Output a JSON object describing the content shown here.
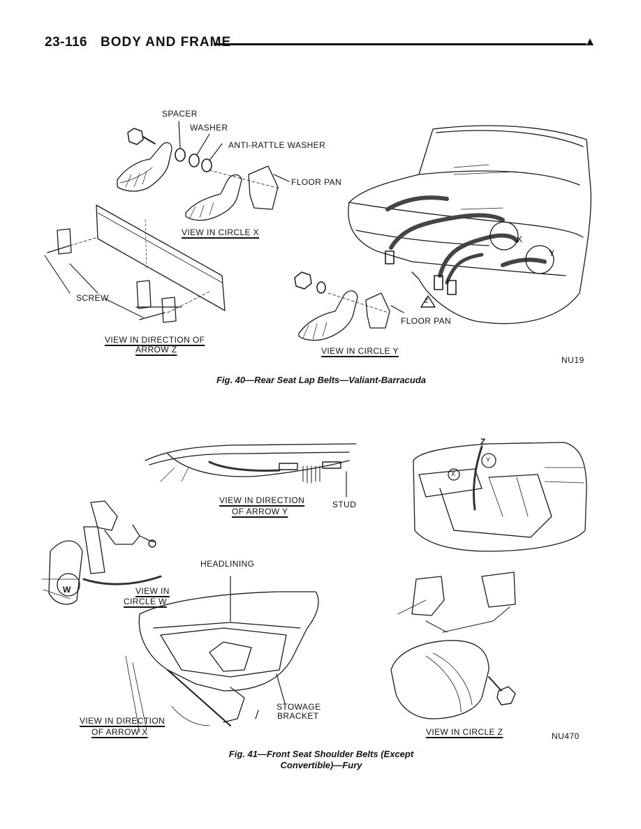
{
  "header": {
    "page_number": "23-116",
    "section_title": "BODY AND FRAME"
  },
  "figure40": {
    "labels": {
      "spacer": "SPACER",
      "washer": "WASHER",
      "anti_rattle_washer": "ANTI-RATTLE WASHER",
      "floor_pan_x": "FLOOR PAN",
      "view_circle_x": "VIEW IN CIRCLE X",
      "screw": "SCREW",
      "view_arrow_z_line1": "VIEW IN DIRECTION OF",
      "view_arrow_z_line2": "ARROW Z",
      "floor_pan_y": "FLOOR PAN",
      "view_circle_y": "VIEW IN CIRCLE Y",
      "marker_x": "X",
      "marker_y": "Y",
      "marker_z": "Z"
    },
    "code": "NU19",
    "caption": "Fig. 40—Rear Seat Lap Belts—Valiant-Barracuda"
  },
  "figure41": {
    "labels": {
      "view_arrow_y_line1": "VIEW IN DIRECTION",
      "view_arrow_y_line2": "OF ARROW Y",
      "stud": "STUD",
      "headlining": "HEADLINING",
      "view_circle_w_line1": "VIEW IN",
      "view_circle_w_line2": "CIRCLE W",
      "marker_w": "W",
      "marker_z": "Z",
      "marker_x": "X",
      "marker_y": "Y",
      "stowage_line1": "STOWAGE",
      "stowage_line2": "BRACKET",
      "view_arrow_x_line1": "VIEW IN DIRECTION",
      "view_arrow_x_line2": "OF ARROW X",
      "view_circle_z": "VIEW IN CIRCLE Z"
    },
    "code": "NU470",
    "caption_line1": "Fig. 41—Front Seat Shoulder Belts (Except",
    "caption_line2": "Convertible)—Fury"
  }
}
